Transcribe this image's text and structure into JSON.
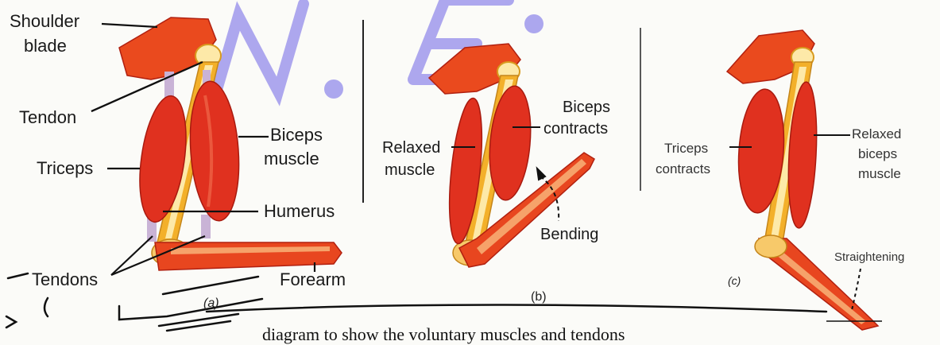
{
  "labels": {
    "a": {
      "shoulder_blade_1": "Shoulder",
      "shoulder_blade_2": "blade",
      "tendon": "Tendon",
      "triceps": "Triceps",
      "biceps_1": "Biceps",
      "biceps_2": "muscle",
      "humerus": "Humerus",
      "tendons": "Tendons",
      "forearm": "Forearm",
      "caption": "(a)"
    },
    "b": {
      "biceps_1": "Biceps",
      "biceps_2": "contracts",
      "relaxed_1": "Relaxed",
      "relaxed_2": "muscle",
      "bending": "Bending",
      "caption": "(b)"
    },
    "c": {
      "triceps_1": "Triceps",
      "triceps_2": "contracts",
      "relaxed_1": "Relaxed",
      "relaxed_2": "biceps",
      "relaxed_3": "muscle",
      "straightening": "Straightening",
      "caption": "(c)"
    }
  },
  "caption_text": "diagram to show the voluntary muscles and tendons",
  "colors": {
    "muscle": "#e0311f",
    "muscle_dark": "#b81f12",
    "bone": "#f3b02a",
    "bone_light": "#fde9a8",
    "tendon": "#c9b3d6",
    "line": "#111111",
    "watermark": "#6d63e6"
  }
}
